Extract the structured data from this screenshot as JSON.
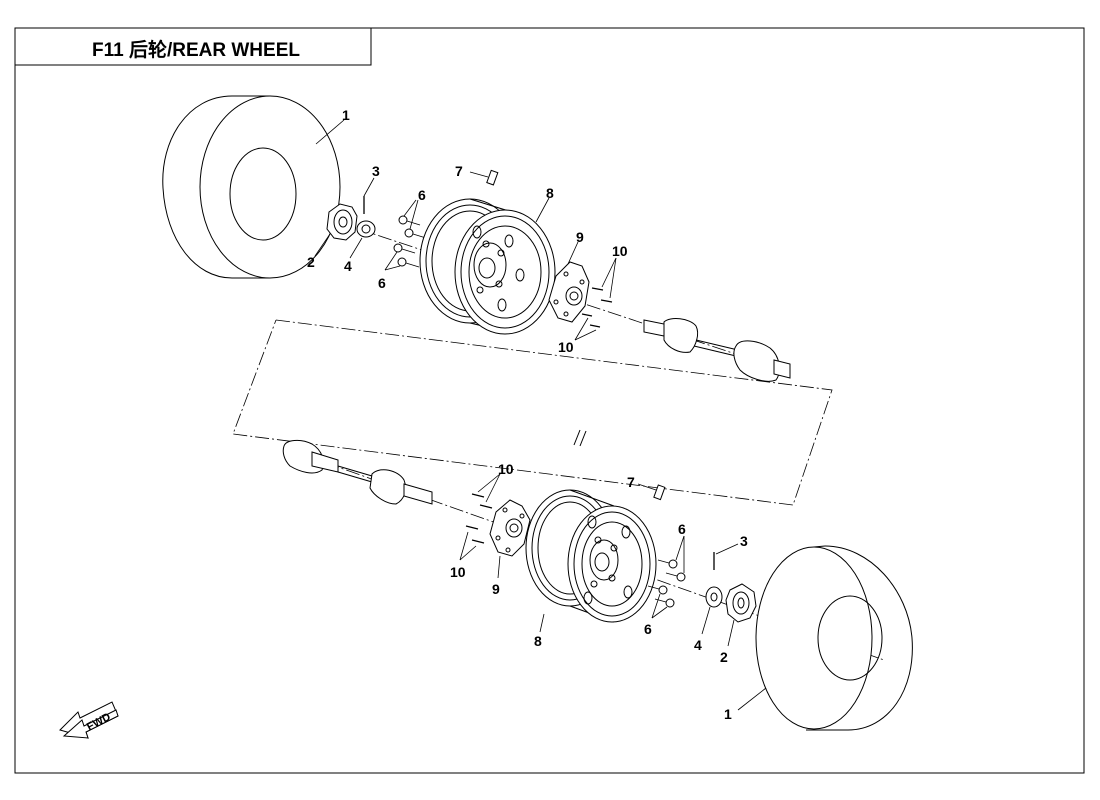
{
  "header": {
    "title": "F11 后轮/REAR WHEEL"
  },
  "callouts": {
    "tire_top": "1",
    "tire_bottom": "1",
    "hub_cap_top": "2",
    "hub_cap_bottom": "2",
    "pin_top": "3",
    "pin_bottom": "3",
    "nut_top": "4",
    "nut_bottom": "4",
    "lug_nut_top_a": "6",
    "lug_nut_top_b": "6",
    "lug_nut_bottom_a": "6",
    "lug_nut_bottom_b": "6",
    "valve_top": "7",
    "valve_bottom": "7",
    "rim_top": "8",
    "rim_bottom": "8",
    "hub_top": "9",
    "hub_bottom": "9",
    "stud_top_a": "10",
    "stud_top_b": "10",
    "stud_bottom_a": "10",
    "stud_bottom_b": "10"
  },
  "direction_indicator": {
    "label": "FWD"
  },
  "icons": {
    "direction_arrow": "arrow-left-down-icon"
  }
}
